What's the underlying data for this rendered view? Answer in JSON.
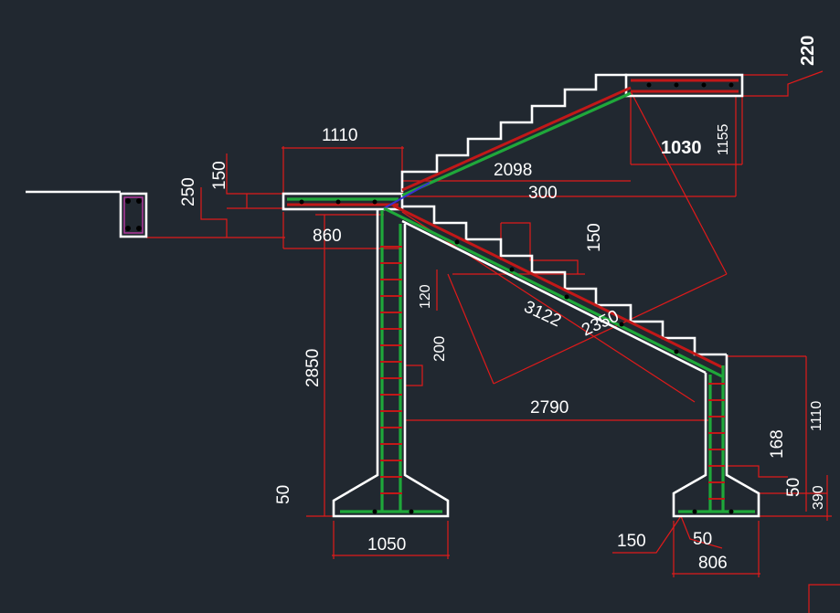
{
  "drawing": {
    "colors": {
      "background": "#212830",
      "outline": "#ffffff",
      "dimension": "#e01a1a",
      "rebar_main": "#c21818",
      "rebar_secondary": "#1fa83a"
    },
    "dimensions": {
      "d220": "220",
      "d1030": "1030",
      "d1155": "1155",
      "d1110_top": "1110",
      "d150_left": "150",
      "d250": "250",
      "d2098": "2098",
      "d300": "300",
      "d860": "860",
      "d150_mid": "150",
      "d120": "120",
      "d3122": "3122",
      "d2350": "2350",
      "d2850": "2850",
      "d200": "200",
      "d2790": "2790",
      "d1110_right": "1110",
      "d168": "168",
      "d50_left": "50",
      "d50_right": "50",
      "d390": "390",
      "d1050": "1050",
      "d150_bottom": "150",
      "d50_bottom": "50",
      "d806": "806"
    }
  }
}
